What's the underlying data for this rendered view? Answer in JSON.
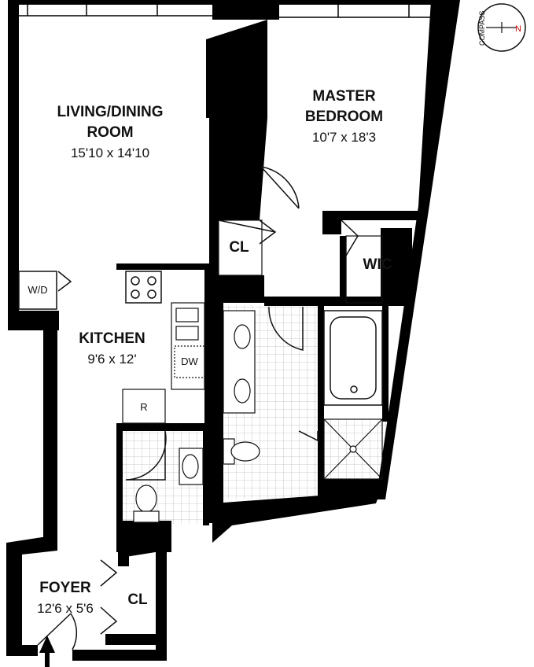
{
  "rooms": {
    "living": {
      "name_line1": "LIVING/DINING",
      "name_line2": "ROOM",
      "dims": "15'10 x 14'10"
    },
    "master": {
      "name_line1": "MASTER",
      "name_line2": "BEDROOM",
      "dims": "10'7 x 18'3"
    },
    "kitchen": {
      "name": "KITCHEN",
      "dims": "9'6 x 12'"
    },
    "foyer": {
      "name": "FOYER",
      "dims": "12'6 x 5'6"
    },
    "closet_master": {
      "name": "CL"
    },
    "closet_foyer": {
      "name": "CL"
    },
    "wic": {
      "name": "WIC"
    }
  },
  "fixtures": {
    "washer_dryer": "W/D",
    "dishwasher": "DW",
    "refrigerator": "R"
  },
  "compass": {
    "north": "N",
    "text": "COMPASS"
  },
  "colors": {
    "wall": "#000000",
    "line": "#111111",
    "tile": "#bbbbbb",
    "background": "#ffffff"
  }
}
